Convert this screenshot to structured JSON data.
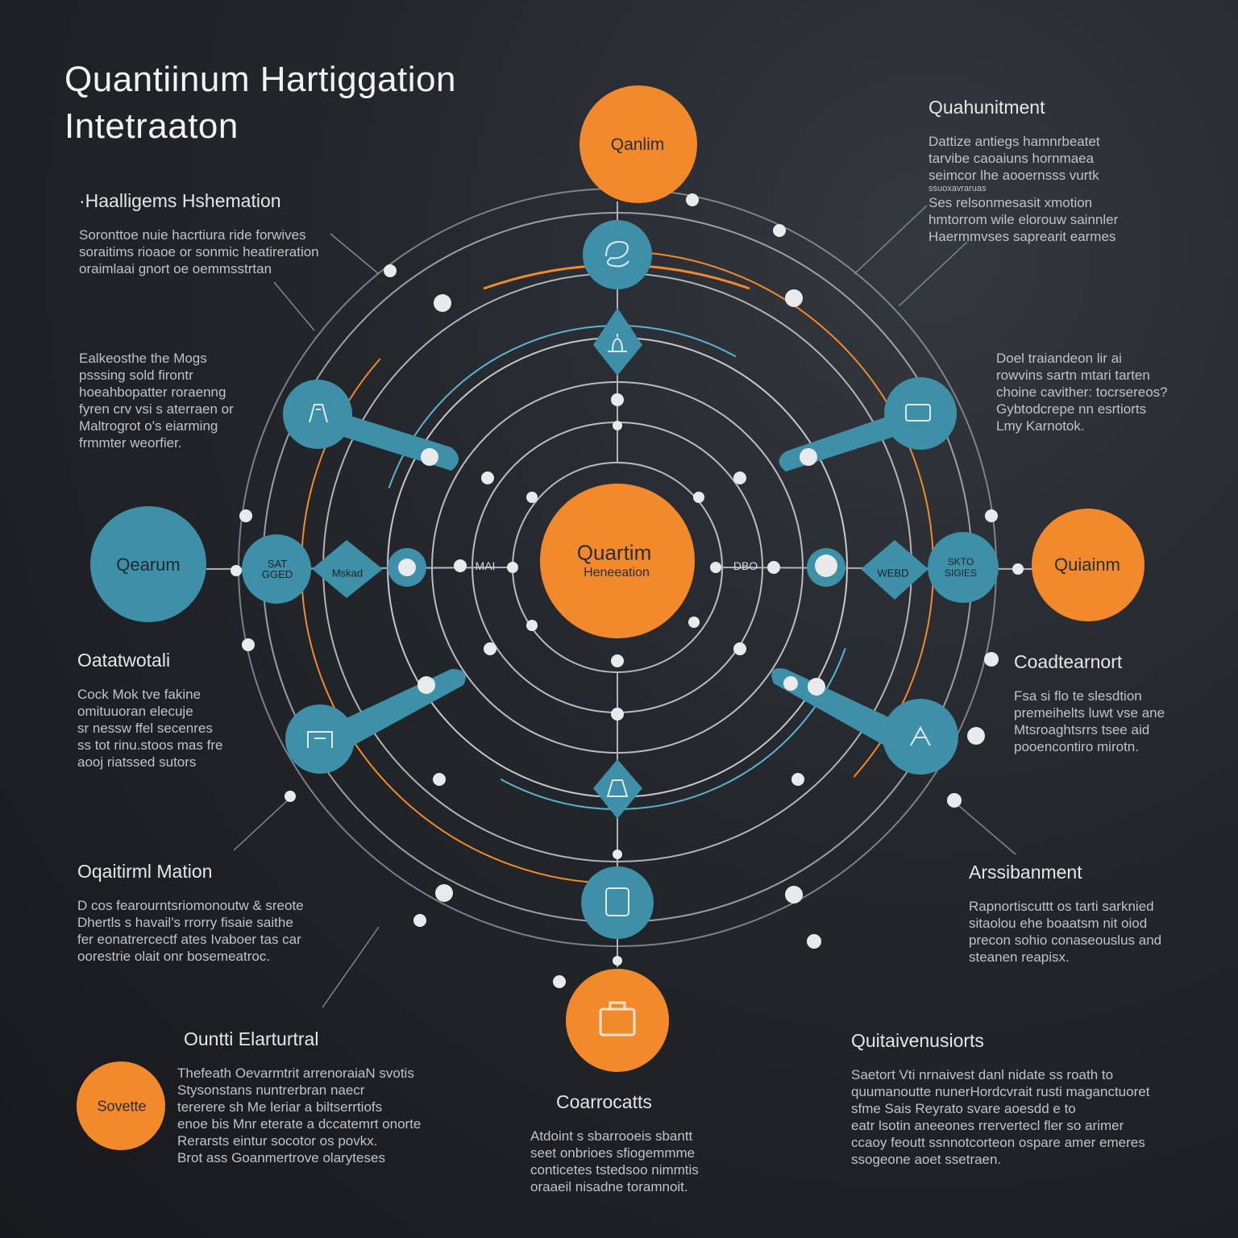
{
  "colors": {
    "orange": "#f28a2c",
    "teal": "#3e8fa8",
    "teal_light": "#5ab4cf",
    "ring": "#c9ccd1",
    "bg": "#1e2125"
  },
  "title": {
    "line1": "Quantiinum Hartiggation",
    "line2": "Intetraaton"
  },
  "center": {
    "label": "Quartim",
    "sublabel": "Heneeation"
  },
  "nodes": {
    "top": "Qanlim",
    "left": "Qearum",
    "right": "Quiainm",
    "bottom_left": "Sovette",
    "left_small": "SAT GGED",
    "left_diamond": "Mskad",
    "right_diamond": "WEBD",
    "right_small": "SKTO SIGIES",
    "inner_left": "MAI",
    "inner_right": "DBO"
  },
  "blocks": {
    "top_left": {
      "heading": "·Haalligems Hshemation",
      "lines": [
        "Soronttoe nuie hacrtiura ride forwives",
        "soraitims rioaoe or sonmic heatireration",
        "oraimlaai gnort oe oemmsstrtan"
      ]
    },
    "mid_left": {
      "heading": "",
      "lines": [
        "Ealkeosthe the Mogs",
        "psssing sold firontr",
        "hoeahbopatter roraenng",
        "fyren crv vsi s aterraen or",
        "Maltrogrot o's eiarming",
        "frmmter weorfier."
      ]
    },
    "left_3": {
      "heading": "Oatatwotali",
      "lines": [
        "Cock Mok tve fakine",
        "omituuoran elecuje",
        "sr nessw ffel secenres",
        "ss tot rinu.stoos mas fre",
        "aooj riatssed sutors"
      ]
    },
    "left_4": {
      "heading": "Oqaitirml Mation",
      "lines": [
        "D cos fearourntsriomonoutw & sreote",
        "Dhertls s havail's rrorry fisaie saithe",
        "fer eonatrercectf ates Ivaboer tas car",
        "oorestrie olait onr bosemeatroc."
      ]
    },
    "bottom_left": {
      "heading": "Ountti Elarturtral",
      "lines": [
        "Thefeath Oevarmtrit arrenoraiaN svotis",
        "Stysonstans nuntrerbran naecr",
        "tererere sh Me leriar a biltserrtiofs",
        "enoe bis Mnr eterate a dccatemrt onorte",
        "Rerarsts eintur socotor os povkx.",
        "Brot ass Goanmertrove olaryteses"
      ]
    },
    "top_right": {
      "heading": "Quahunitment",
      "lines": [
        "Dattize antiegs hamnrbeatet",
        "tarvibe caoaiuns hornmaea",
        "seimcor lhe aooernsss vurtk",
        "ssuoxavraruas",
        "Ses relsonmesasit xmotion",
        "hmtorrom wile elorouw sainnler",
        "Haermmvses saprearit earmes"
      ]
    },
    "mid_right": {
      "heading": "",
      "lines": [
        "Doel traiandeon lir ai",
        "rowvins sartn mtari tarten",
        "choine cavither: tocrsereos?",
        "Gybtodcrepe nn esrtiorts",
        "Lmy Karnotok."
      ]
    },
    "right_3": {
      "heading": "Coadtearnort",
      "lines": [
        "Fsa si flo te slesdtion",
        "premeihelts luwt vse ane",
        "Mtsroaghtsrrs tsee aid",
        "pooencontiro mirotn."
      ]
    },
    "right_4": {
      "heading": "Arssibanment",
      "lines": [
        "Rapnortiscuttt os tarti sarknied",
        "sitaolou ehe boaatsm nit oiod",
        "precon sohio conaseouslus and",
        "steanen reapisx."
      ]
    },
    "bottom_mid": {
      "heading": "Coarrocatts",
      "lines": [
        "Atdoint s sbarrooeis sbantt",
        "seet onbrioes sfiogemmme",
        "conticetes tstedsoo nimmtis",
        "oraaeil nisadne toramnoit."
      ]
    },
    "bottom_right": {
      "heading": "Quitaivenusiorts",
      "lines": [
        "Saetort Vti nrnaivest danl nidate ss roath to",
        "quumanoutte nunerHordcvrait rusti maganctuoret",
        "sfme Sais Reyrato svare aoesdd e to",
        "eatr lsotin aneeones rrervertecl fler so arimer",
        "ccaoy feoutt ssnnotcorteon ospare amer emeres",
        "ssogeone aoet ssetraen."
      ]
    }
  }
}
